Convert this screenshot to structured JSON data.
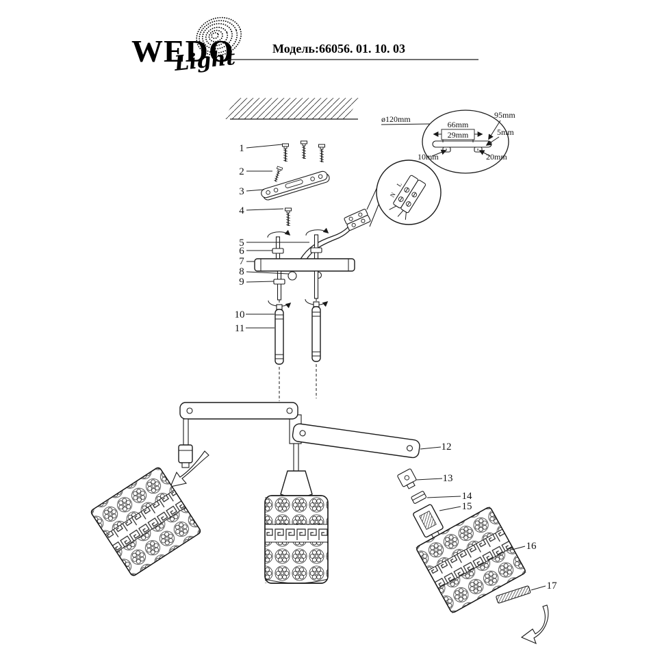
{
  "header": {
    "brand": "WEDO",
    "brand_sub": "Light",
    "model": "Модель:66056. 01. 10. 03"
  },
  "detail_view": {
    "diameter": "ø120mm",
    "width_66": "66mm",
    "width_95": "95mm",
    "width_29": "29mm",
    "width_5": "5mm",
    "width_10": "10mm",
    "width_20": "20mm"
  },
  "wiring": {
    "neutral": "N",
    "line": "L"
  },
  "parts": {
    "p1": "1",
    "p2": "2",
    "p3": "3",
    "p4": "4",
    "p5": "5",
    "p6": "6",
    "p7": "7",
    "p8": "8",
    "p9": "9",
    "p10": "10",
    "p11": "11",
    "p12": "12",
    "p13": "13",
    "p14": "14",
    "p15": "15",
    "p16": "16",
    "p17": "17"
  }
}
